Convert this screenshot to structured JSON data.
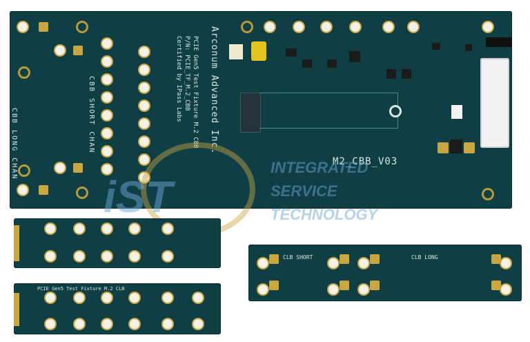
{
  "main_board": {
    "model_label": "M2_CBB_V03",
    "company_label": "Arconum Advanced Inc.",
    "spec_lines": [
      "PCIE Gen5 Test Fixture M.2 CBB",
      "P/N: PCIE_TF_M.2_CBB",
      "Certified by IPass Labs"
    ],
    "short_chan_label": "CBB SHORT CHAN",
    "long_chan_label": "CBB LONG CHAN"
  },
  "small_board_right": {
    "left_label": "CLB SHORT",
    "right_label": "CLB LONG"
  },
  "small_board_bottom": {
    "label": "PCIE Gen5 Test Fixture M.2 CLB"
  },
  "watermark": {
    "logo_text": "iST",
    "line1": "INTEGRATED",
    "line2": "SERVICE",
    "line3": "TECHNOLOGY"
  }
}
